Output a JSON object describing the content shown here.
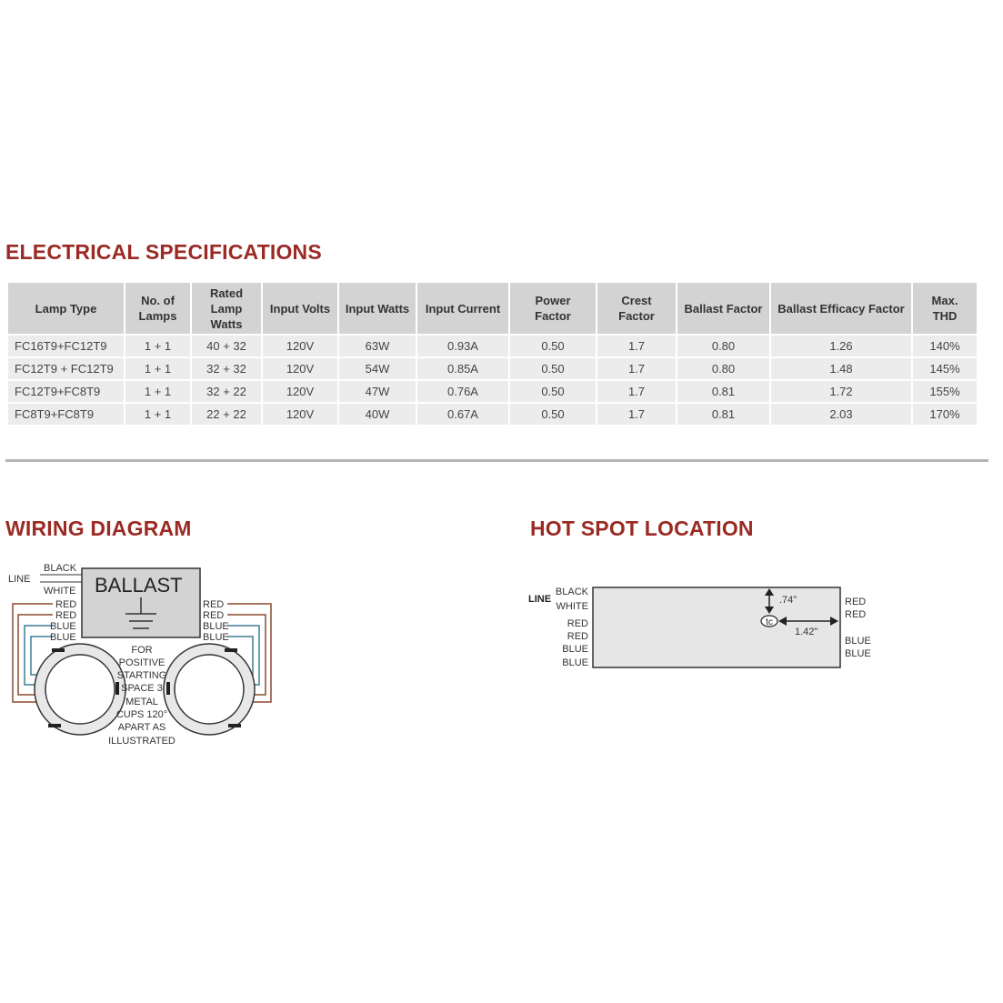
{
  "electrical": {
    "title": "ELECTRICAL SPECIFICATIONS",
    "headers": [
      "Lamp Type",
      "No. of Lamps",
      "Rated Lamp Watts",
      "Input Volts",
      "Input Watts",
      "Input Current",
      "Power Factor",
      "Crest Factor",
      "Ballast Factor",
      "Ballast Efficacy Factor",
      "Max. THD"
    ],
    "header_lines": {
      "no_of_lamps": [
        "No. of",
        "Lamps"
      ],
      "rated_lamp_watts": [
        "Rated",
        "Lamp",
        "Watts"
      ]
    },
    "rows": [
      [
        "FC16T9+FC12T9",
        "1 + 1",
        "40 + 32",
        "120V",
        "63W",
        "0.93A",
        "0.50",
        "1.7",
        "0.80",
        "1.26",
        "140%"
      ],
      [
        "FC12T9 + FC12T9",
        "1 + 1",
        "32 + 32",
        "120V",
        "54W",
        "0.85A",
        "0.50",
        "1.7",
        "0.80",
        "1.48",
        "145%"
      ],
      [
        "FC12T9+FC8T9",
        "1 + 1",
        "32 + 22",
        "120V",
        "47W",
        "0.76A",
        "0.50",
        "1.7",
        "0.81",
        "1.72",
        "155%"
      ],
      [
        "FC8T9+FC8T9",
        "1 + 1",
        "22 + 22",
        "120V",
        "40W",
        "0.67A",
        "0.50",
        "1.7",
        "0.81",
        "2.03",
        "170%"
      ]
    ]
  },
  "wiring": {
    "title": "WIRING DIAGRAM",
    "ballast_label": "BALLAST",
    "line_label": "LINE",
    "black_label": "BLACK",
    "white_label": "WHITE",
    "left_wires": [
      "RED",
      "RED",
      "BLUE",
      "BLUE"
    ],
    "right_wires": [
      "RED",
      "RED",
      "BLUE",
      "BLUE"
    ],
    "note_lines": [
      "FOR",
      "POSITIVE",
      "STARTING",
      "SPACE 3",
      "METAL",
      "CUPS 120°",
      "APART AS",
      "ILLUSTRATED"
    ]
  },
  "hotspot": {
    "title": "HOT SPOT LOCATION",
    "line_label": "LINE",
    "left_wires": [
      "BLACK",
      "WHITE",
      "RED",
      "RED",
      "BLUE",
      "BLUE"
    ],
    "right_wires": [
      "RED",
      "RED",
      "BLUE",
      "BLUE"
    ],
    "tc_label": "tc",
    "vertical_dim": ".74\"",
    "horizontal_dim": "1.42\""
  },
  "colors": {
    "title_red": "#9b2a24",
    "header_gray": "#d3d3d3",
    "cell_gray": "#ececec",
    "red_wire": "#8a4a2e",
    "blue_wire": "#3f7d96"
  }
}
